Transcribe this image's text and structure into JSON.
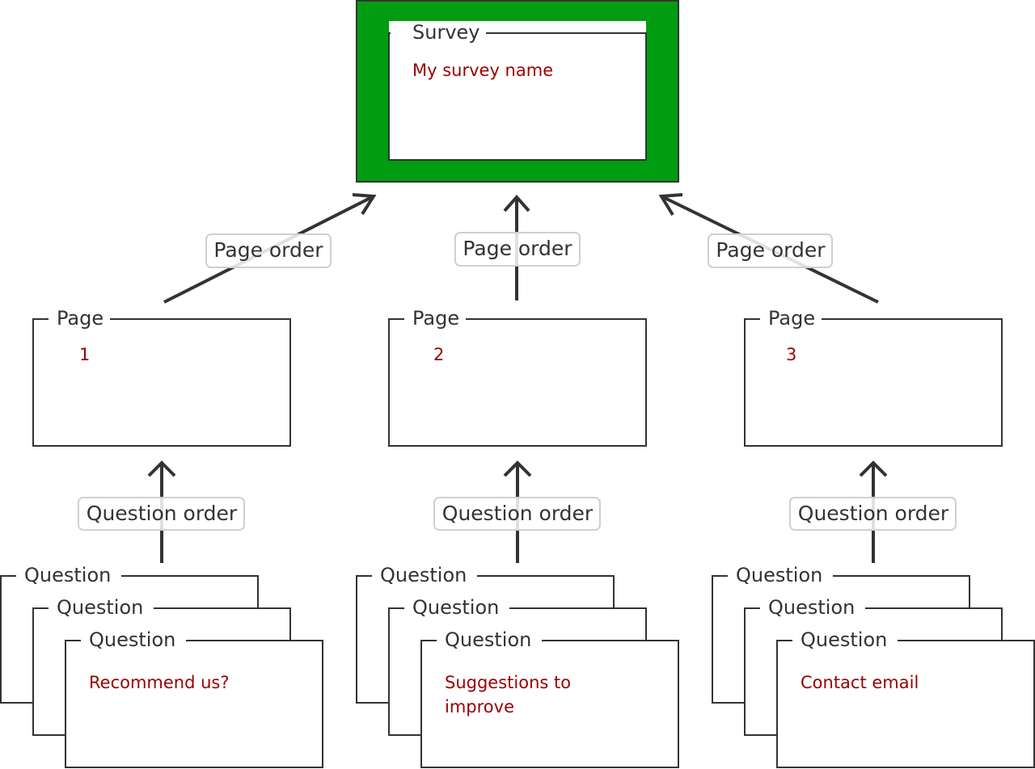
{
  "colors": {
    "highlight": "#009c11",
    "stroke": "#333333",
    "value_text": "#990000",
    "label_border": "#d0d0d0"
  },
  "survey": {
    "title": "Survey",
    "value": "My survey name"
  },
  "edge_label_page_order": "Page order",
  "edge_label_question_order": "Question order",
  "columns": [
    {
      "page_title": "Page",
      "page_value": "1",
      "question_title": "Question",
      "question_value_lines": [
        "Recommend us?"
      ]
    },
    {
      "page_title": "Page",
      "page_value": "2",
      "question_title": "Question",
      "question_value_lines": [
        "Suggestions to",
        "improve"
      ]
    },
    {
      "page_title": "Page",
      "page_value": "3",
      "question_title": "Question",
      "question_value_lines": [
        "Contact email"
      ]
    }
  ]
}
